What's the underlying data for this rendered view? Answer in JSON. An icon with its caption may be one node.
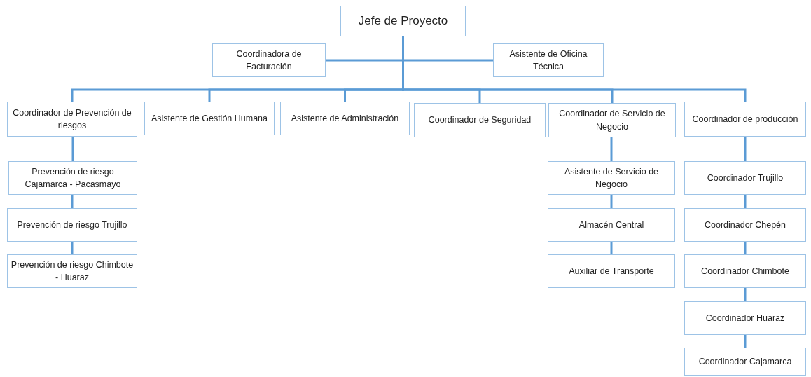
{
  "diagram": {
    "nodes": [
      {
        "text": [
          "Jefe de Proyecto"
        ]
      },
      {
        "text": [
          "Coordinadora de Facturación"
        ]
      },
      {
        "text": [
          "Asistente de Oficina Técnica"
        ]
      },
      {
        "text": [
          "Coordinador de Prevención de riesgos"
        ]
      },
      {
        "text": [
          "Asistente de Gestión Humana"
        ]
      },
      {
        "text": [
          "Asistente de Administración"
        ]
      },
      {
        "text": [
          "Coordinador de Seguridad"
        ]
      },
      {
        "text": [
          "Coordinador de Servicio de Negocio"
        ]
      },
      {
        "text": [
          "Coordinador de producción"
        ]
      },
      {
        "text": [
          "Prevención de riesgo Cajamarca - Pacasmayo"
        ]
      },
      {
        "text": [
          "Prevención de riesgo Trujillo"
        ]
      },
      {
        "text": [
          "Prevención de riesgo Chimbote - Huaraz"
        ]
      },
      {
        "text": [
          "Asistente de Servicio de Negocio"
        ]
      },
      {
        "text": [
          "Almacén Central"
        ]
      },
      {
        "text": [
          "Auxiliar de Transporte"
        ]
      },
      {
        "text": [
          "Coordinador Trujillo"
        ]
      },
      {
        "text": [
          "Coordinador Chepén"
        ]
      },
      {
        "text": [
          "Coordinador Chimbote"
        ]
      },
      {
        "text": [
          "Coordinador Huaraz"
        ]
      },
      {
        "text": [
          "Coordinador Cajamarca"
        ]
      }
    ],
    "edges": [
      {
        "from": 0,
        "to": 1,
        "arrow": "none"
      },
      {
        "from": 0,
        "to": 2,
        "arrow": "none"
      },
      {
        "from": 0,
        "to": 3,
        "arrow": "none"
      },
      {
        "from": 0,
        "to": 4,
        "arrow": "none"
      },
      {
        "from": 0,
        "to": 5,
        "arrow": "none"
      },
      {
        "from": 0,
        "to": 6,
        "arrow": "none"
      },
      {
        "from": 0,
        "to": 7,
        "arrow": "none"
      },
      {
        "from": 0,
        "to": 8,
        "arrow": "none"
      },
      {
        "from": 3,
        "to": 9,
        "arrow": "none"
      },
      {
        "from": 9,
        "to": 10,
        "arrow": "none"
      },
      {
        "from": 10,
        "to": 11,
        "arrow": "none"
      },
      {
        "from": 7,
        "to": 12,
        "arrow": "none"
      },
      {
        "from": 12,
        "to": 13,
        "arrow": "none"
      },
      {
        "from": 13,
        "to": 14,
        "arrow": "none"
      },
      {
        "from": 8,
        "to": 15,
        "arrow": "none"
      },
      {
        "from": 15,
        "to": 16,
        "arrow": "none"
      },
      {
        "from": 16,
        "to": 17,
        "arrow": "none"
      },
      {
        "from": 17,
        "to": 18,
        "arrow": "none"
      },
      {
        "from": 18,
        "to": 19,
        "arrow": "none"
      }
    ]
  }
}
